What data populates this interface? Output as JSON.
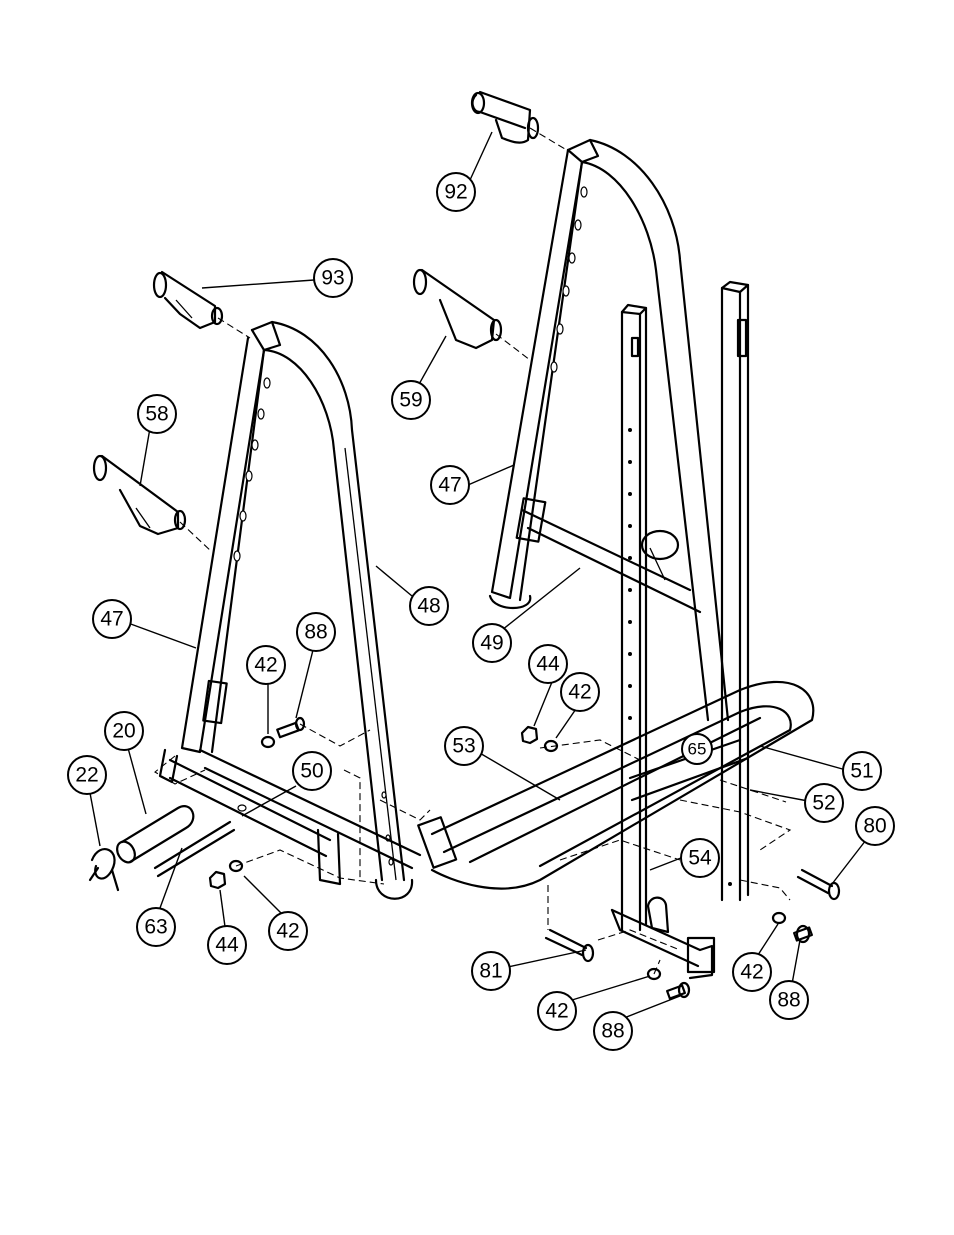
{
  "callouts": [
    {
      "id": "c92",
      "label": "92"
    },
    {
      "id": "c93",
      "label": "93"
    },
    {
      "id": "c59",
      "label": "59"
    },
    {
      "id": "c58",
      "label": "58"
    },
    {
      "id": "c47a",
      "label": "47"
    },
    {
      "id": "c47b",
      "label": "47"
    },
    {
      "id": "c48",
      "label": "48"
    },
    {
      "id": "c49",
      "label": "49"
    },
    {
      "id": "c88a",
      "label": "88"
    },
    {
      "id": "c42a",
      "label": "42"
    },
    {
      "id": "c50",
      "label": "50"
    },
    {
      "id": "c20",
      "label": "20"
    },
    {
      "id": "c22",
      "label": "22"
    },
    {
      "id": "c63",
      "label": "63"
    },
    {
      "id": "c44a",
      "label": "44"
    },
    {
      "id": "c42b",
      "label": "42"
    },
    {
      "id": "c44b",
      "label": "44"
    },
    {
      "id": "c42c",
      "label": "42"
    },
    {
      "id": "c53",
      "label": "53"
    },
    {
      "id": "c65",
      "label": "65"
    },
    {
      "id": "c51",
      "label": "51"
    },
    {
      "id": "c52",
      "label": "52"
    },
    {
      "id": "c80",
      "label": "80"
    },
    {
      "id": "c54",
      "label": "54"
    },
    {
      "id": "c81",
      "label": "81"
    },
    {
      "id": "c42d",
      "label": "42"
    },
    {
      "id": "c88b",
      "label": "88"
    },
    {
      "id": "c42e",
      "label": "42"
    },
    {
      "id": "c88c",
      "label": "88"
    }
  ]
}
